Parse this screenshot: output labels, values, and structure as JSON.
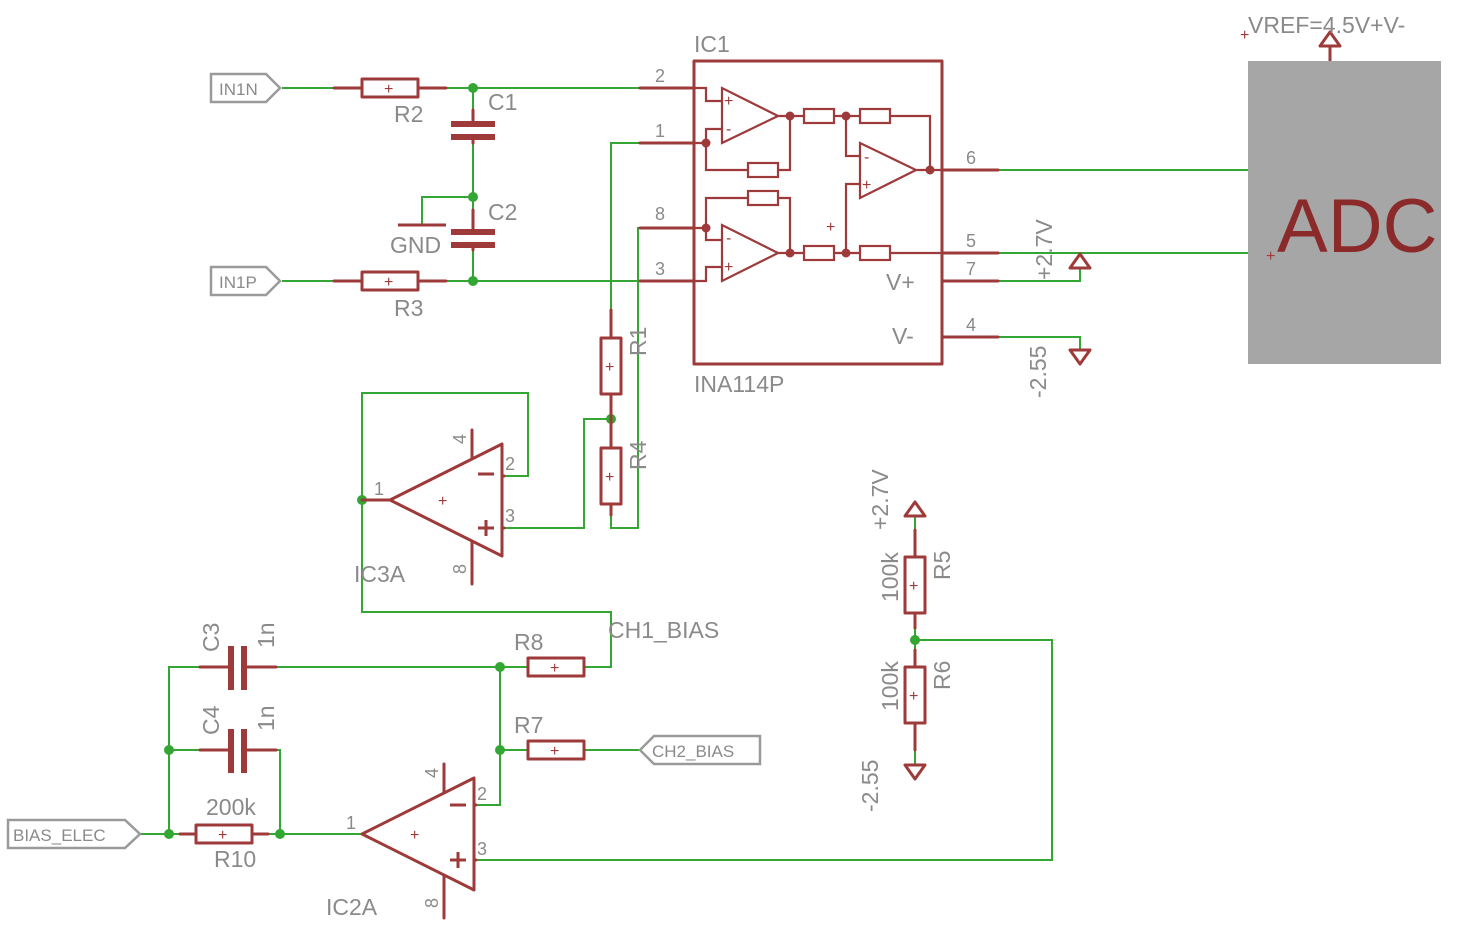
{
  "ports": {
    "in1n": "IN1N",
    "in1p": "IN1P",
    "bias_elec": "BIAS_ELEC",
    "ch2_bias": "CH2_BIAS"
  },
  "labels": {
    "ic1": "IC1",
    "ina": "INA114P",
    "r1": "R1",
    "r2": "R2",
    "r3": "R3",
    "r4": "R4",
    "r5": "R5",
    "r6": "R6",
    "r7": "R7",
    "r8": "R8",
    "r10": "R10",
    "r5_value": "100k",
    "r6_value": "100k",
    "r10_value": "200k",
    "c1": "C1",
    "c2": "C2",
    "c3": "C3",
    "c4": "C4",
    "c3_value": "1n",
    "c4_value": "1n",
    "gnd": "GND",
    "ic3a": "IC3A",
    "ic2a": "IC2A",
    "vplus": "V+",
    "vminus": "V-",
    "rail_pos": "+2.7V",
    "rail_neg": "-2.55",
    "vref": "VREF=4.5V+V-",
    "ch1_bias": "CH1_BIAS",
    "adc": "ADC"
  },
  "pins": {
    "ic1": [
      "2",
      "1",
      "8",
      "3",
      "6",
      "5",
      "7",
      "4"
    ],
    "opamp": [
      "1",
      "2",
      "3",
      "4",
      "8"
    ]
  },
  "colors": {
    "symbol": "#9e3a3a",
    "wire": "#33a633",
    "label": "#8a8a8a",
    "adc_block": "#a6a6a6"
  }
}
